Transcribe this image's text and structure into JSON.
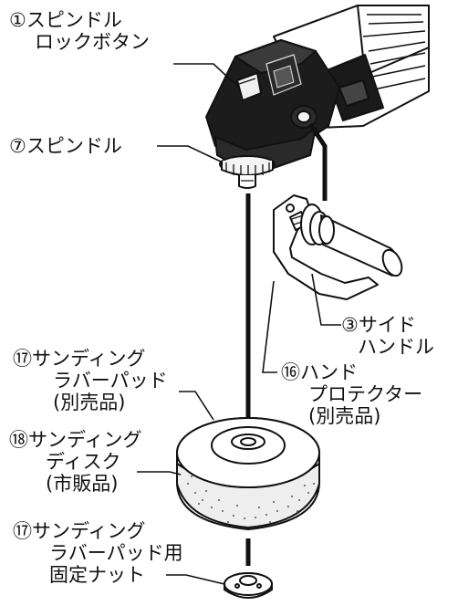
{
  "callouts": [
    {
      "id": "spindle-lock-button",
      "lines": [
        "①スピンドル",
        "ロックボタン"
      ]
    },
    {
      "id": "spindle",
      "lines": [
        "⑦スピンドル"
      ]
    },
    {
      "id": "side-handle",
      "lines": [
        "③サイド",
        "ハンドル"
      ]
    },
    {
      "id": "hand-protector",
      "lines": [
        "⑯ハンド",
        "プロテクター",
        "(別売品)"
      ]
    },
    {
      "id": "sanding-rubber-pad",
      "lines": [
        "⑰サンディング",
        "ラバーパッド",
        "(別売品)"
      ]
    },
    {
      "id": "sanding-disc",
      "lines": [
        "⑱サンディング",
        "ディスク",
        "(市販品)"
      ]
    },
    {
      "id": "rubber-pad-lock-nut",
      "lines": [
        "⑰サンディング",
        "ラバーパッド用",
        "固定ナット"
      ]
    }
  ]
}
